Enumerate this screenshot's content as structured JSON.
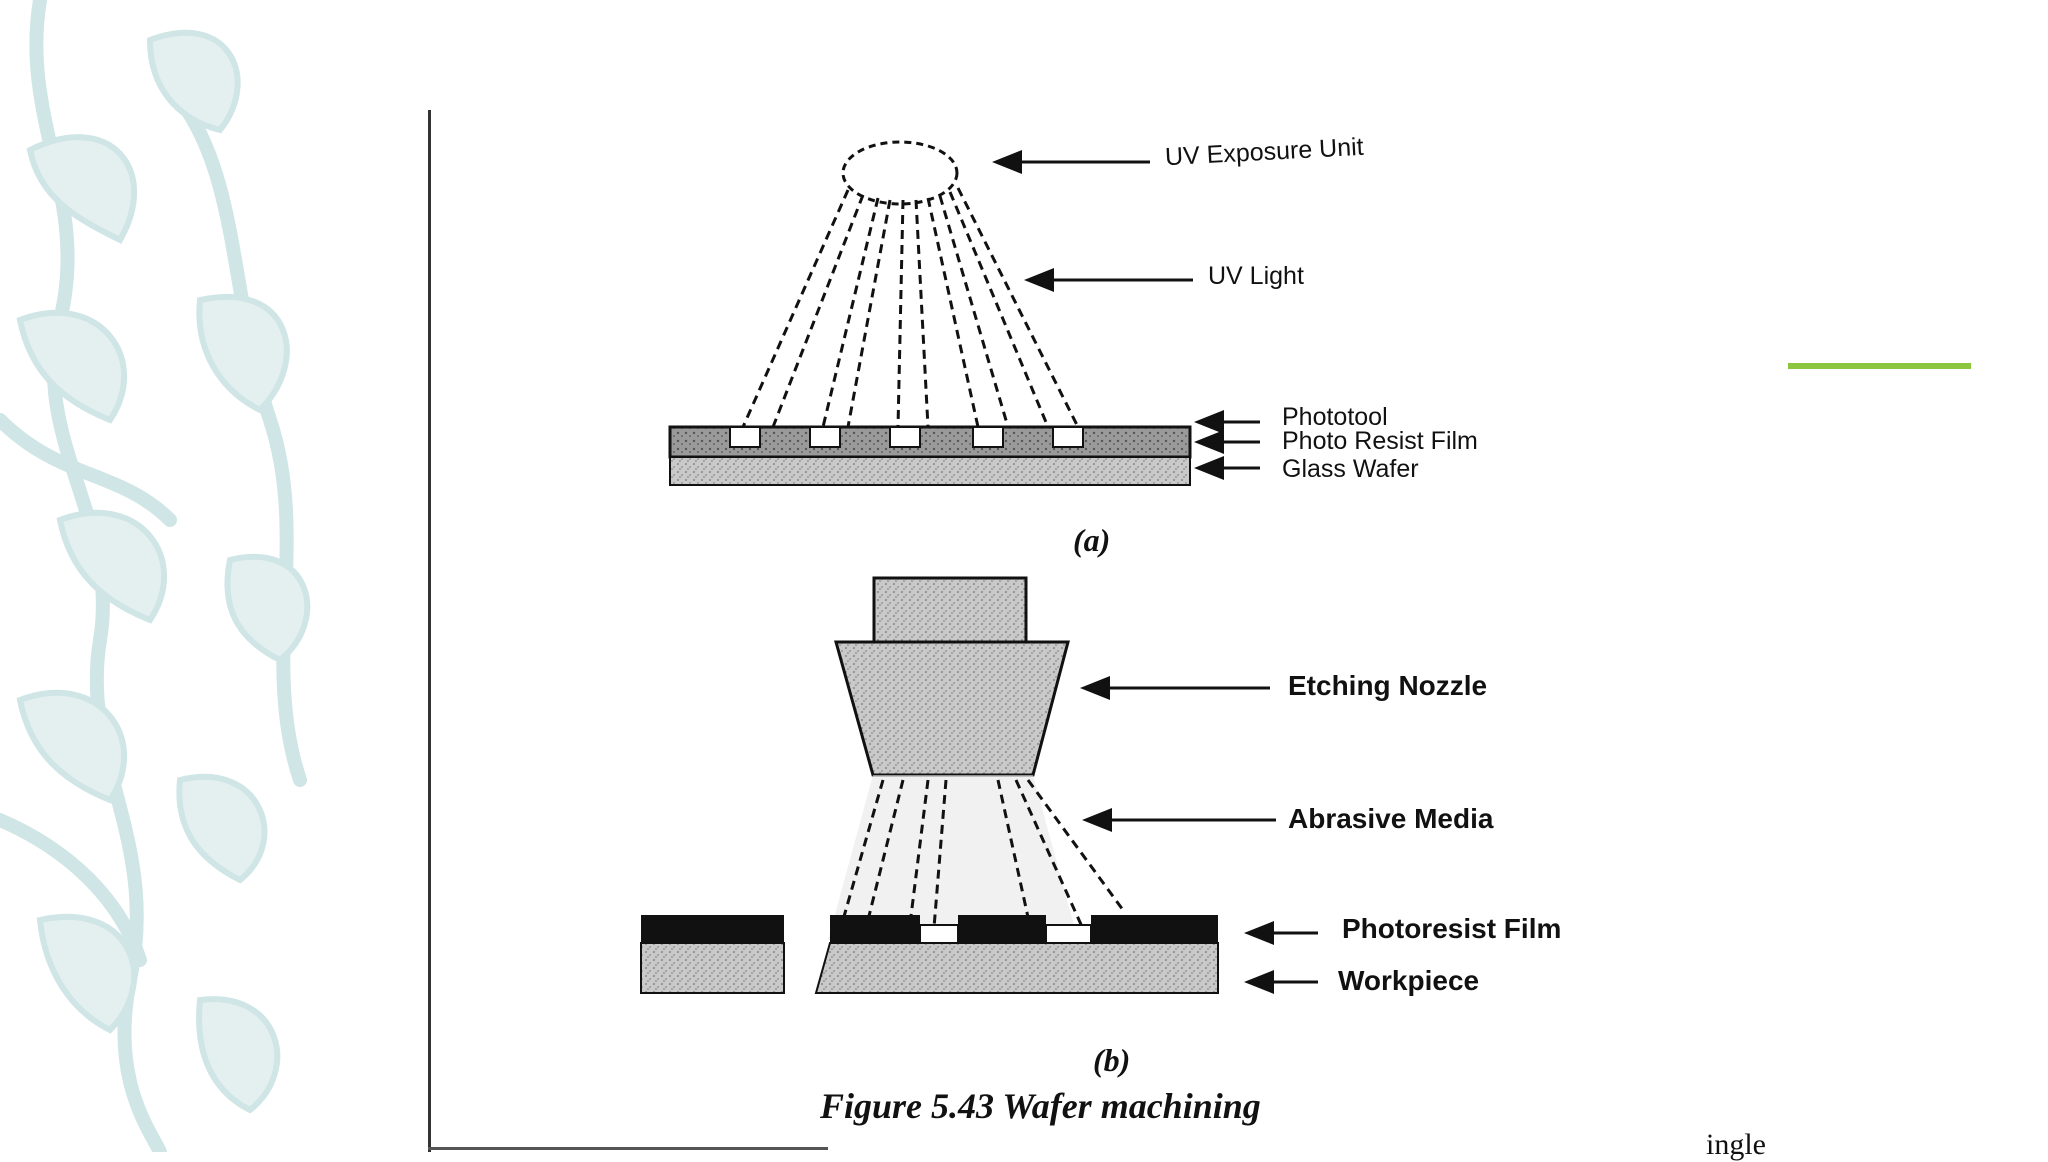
{
  "figure": {
    "part_a": {
      "labels": [
        "UV Exposure Unit",
        "UV Light",
        "Phototool",
        "Photo Resist Film",
        "Glass Wafer"
      ],
      "sublabel": "(a)"
    },
    "part_b": {
      "labels": [
        "Etching Nozzle",
        "Abrasive Media",
        "Photoresist Film",
        "Workpiece"
      ],
      "sublabel": "(b)"
    },
    "caption": "Figure 5.43 Wafer machining",
    "cut_text": "ingle"
  },
  "colors": {
    "accent": "#8cc63f",
    "leaf": "#cfe5e6",
    "ink": "#111111"
  }
}
